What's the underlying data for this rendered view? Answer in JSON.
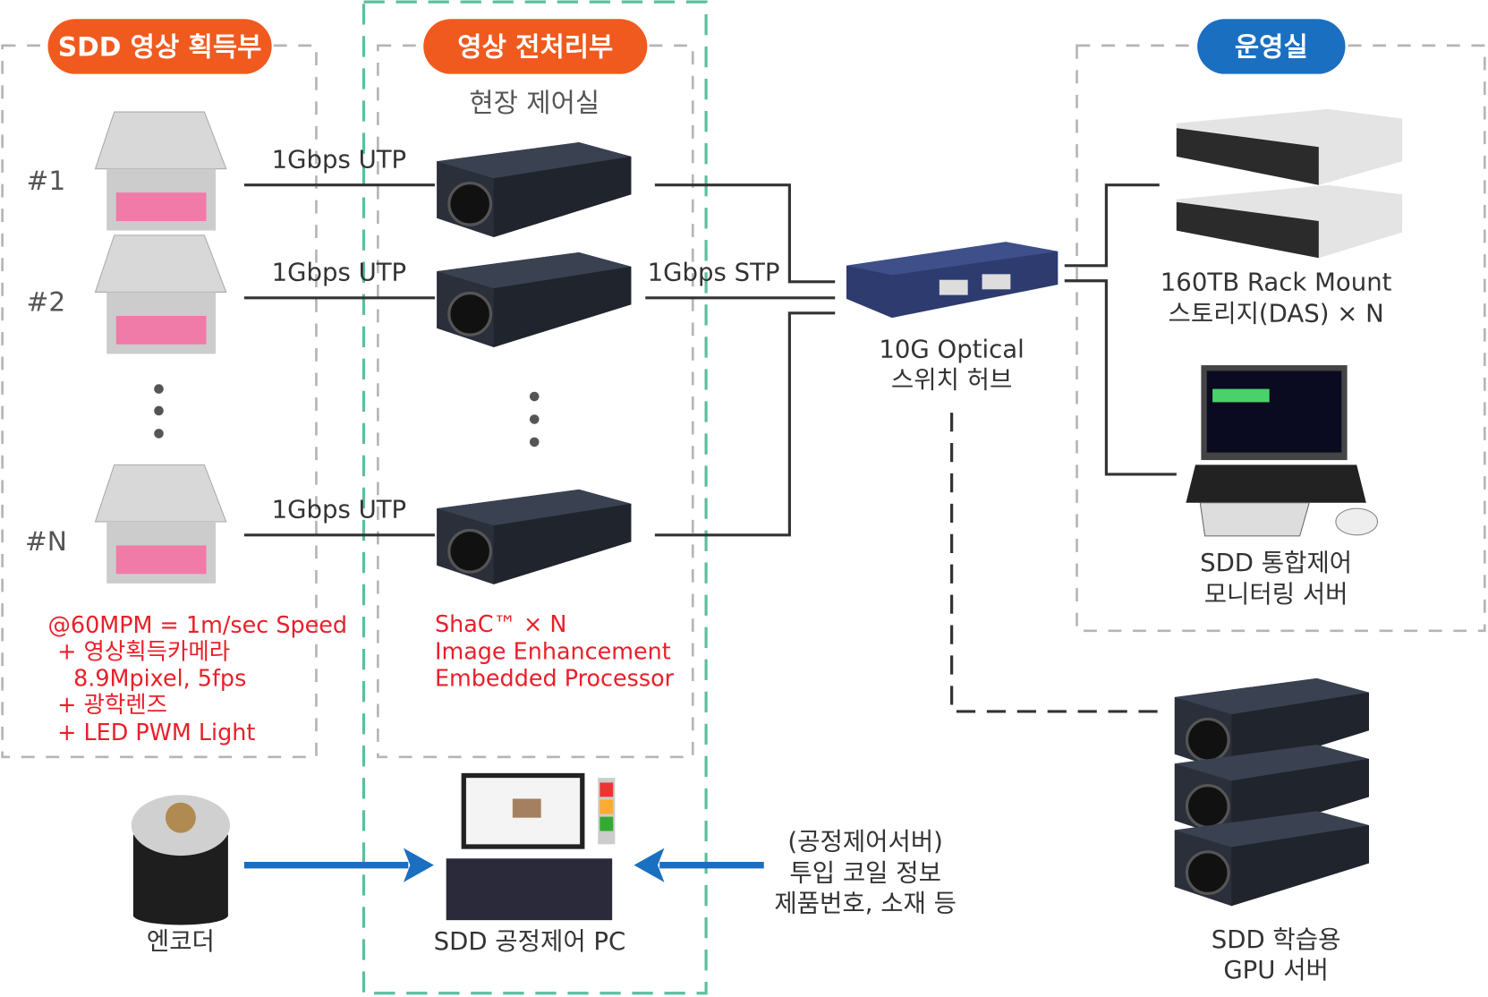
{
  "colors": {
    "orange": "#f05a1e",
    "blue": "#1a6fc0",
    "green_dash": "#5bbf9f",
    "red_text": "#e8202a",
    "gray_dash": "#b5b5b5"
  },
  "sections": {
    "acquisition": {
      "title": "SDD 영상 획득부",
      "cameras": [
        "#1",
        "#2",
        "#N"
      ],
      "notes": [
        "@60MPM = 1m/sec Speed",
        "+ 영상획득카메라",
        "8.9Mpixel, 5fps",
        "+ 광학렌즈",
        "+ LED PWM Light"
      ]
    },
    "preprocessing": {
      "title": "영상 전처리부",
      "subtitle": "현장 제어실",
      "notes": [
        "ShaC™ × N",
        "Image Enhancement",
        "Embedded Processor"
      ]
    },
    "operations": {
      "title": "운영실"
    }
  },
  "links": {
    "utp1": "1Gbps UTP",
    "utp2": "1Gbps UTP",
    "utpn": "1Gbps UTP",
    "stp": "1Gbps STP"
  },
  "switch": {
    "line1": "10G Optical",
    "line2": "스위치 허브"
  },
  "storage": {
    "line1": "160TB Rack Mount",
    "line2": "스토리지(DAS) × N"
  },
  "monitor_server": {
    "line1": "SDD 통합제어",
    "line2": "모니터링 서버"
  },
  "gpu_server": {
    "line1": "SDD 학습용",
    "line2": "GPU 서버"
  },
  "encoder": {
    "label": "엔코더"
  },
  "process_pc": {
    "label": "SDD 공정제어 PC"
  },
  "process_server": {
    "line1": "(공정제어서버)",
    "line2": "투입 코일 정보",
    "line3": "제품번호, 소재 등"
  }
}
